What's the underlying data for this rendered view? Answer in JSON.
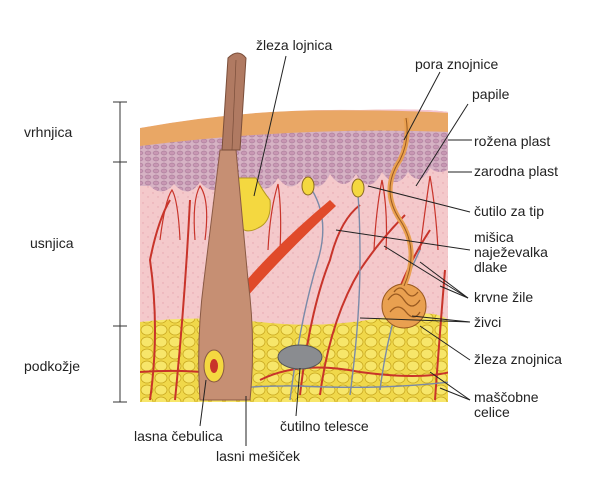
{
  "diagram": {
    "left_labels": {
      "vrhnjica": "vrhnjica",
      "usnjica": "usnjica",
      "podkozje": "podkožje"
    },
    "top_labels": {
      "zleza_lojnica": "žleza lojnica",
      "pora_znojnice": "pora znojnice",
      "papile": "papile"
    },
    "right_labels": {
      "rozena_plast": "rožena plast",
      "zarodna_plast": "zarodna plast",
      "cutilo_za_tip": "čutilo za tip",
      "misica": "mišica\nnaježevalka\ndlake",
      "krvne_zile": "krvne žile",
      "zivci": "živci",
      "zleza_znojnica": "žleza znojnica",
      "mascobne_celice": "maščobne\ncelice"
    },
    "bottom_labels": {
      "cutilno_telesce": "čutilno telesce",
      "lasna_cebulica": "lasna čebulica",
      "lasni_mesicek": "lasni mešiček"
    },
    "colors": {
      "epidermis_top": "#f3c2c4",
      "cornified": "#e8a86a",
      "germinal": "#d9b8c8",
      "dermis": "#f2c6c8",
      "fat": "#f2de5a",
      "hair": "#b07a62",
      "muscle": "#e04a2a",
      "vessel": "#c8342a",
      "nerve": "#7a8aa8",
      "gland": "#e9a050",
      "sebaceous": "#f4d840",
      "leader": "#222222"
    }
  }
}
